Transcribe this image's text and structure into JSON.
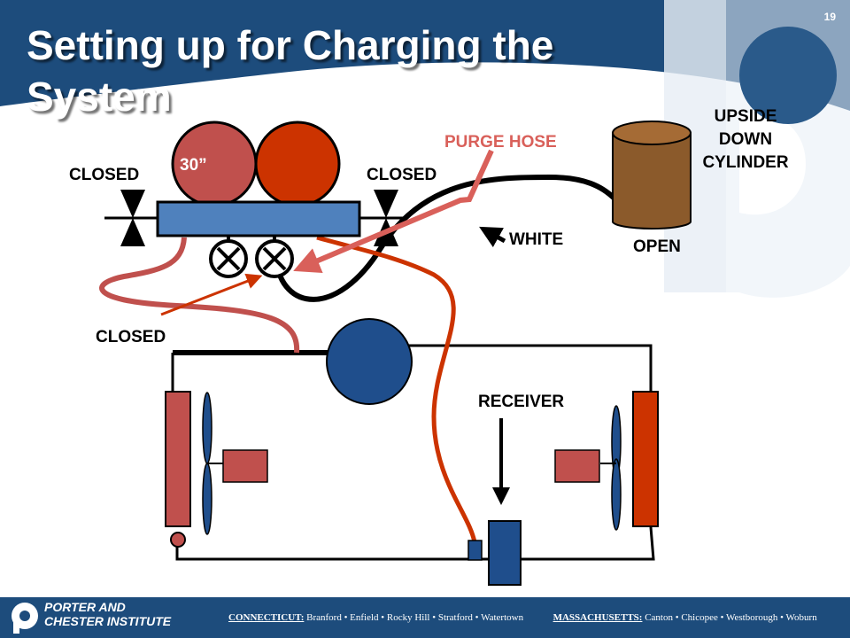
{
  "slide": {
    "title": "Setting up for Charging the System",
    "number": "19"
  },
  "diagram": {
    "gauge_label": "30”",
    "left_valve_label": "CLOSED",
    "right_valve_label": "CLOSED",
    "manifold_valve_label": "CLOSED",
    "purge_hose_label": "PURGE HOSE",
    "white_hose_label": "WHITE",
    "cylinder_label": "UPSIDE DOWN CYLINDER",
    "cylinder_label_lines": [
      "UPSIDE",
      "DOWN",
      "CYLINDER"
    ],
    "cylinder_valve_label": "OPEN",
    "receiver_label": "RECEIVER"
  },
  "colors": {
    "header_blue": "#1d4c7c",
    "low_side_red": "#c0504d",
    "high_side_orange": "#cc3300",
    "manifold_blue": "#4f81bd",
    "compressor_blue": "#1f4e8c",
    "cylinder_brown": "#8b5a2b",
    "purge_hose_pink": "#d9605a"
  },
  "footer": {
    "institute_line1": "PORTER AND",
    "institute_line2": "CHESTER INSTITUTE",
    "state1": "CONNECTICUT:",
    "state1_cities": "Branford • Enfield • Rocky Hill • Stratford • Watertown",
    "state2": "MASSACHUSETTS:",
    "state2_cities": "Canton • Chicopee • Westborough • Woburn"
  }
}
